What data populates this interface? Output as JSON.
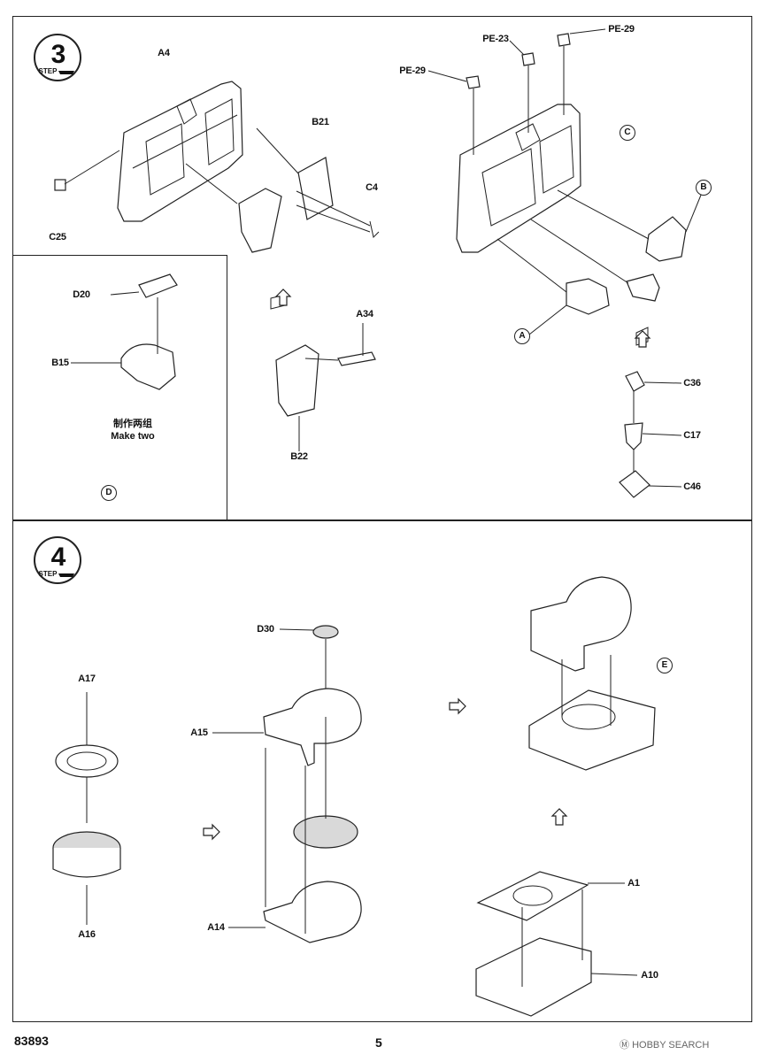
{
  "step3": {
    "badge_number": "3",
    "badge_word": "STEP",
    "labels": {
      "a4": "A4",
      "c25": "C25",
      "b21": "B21",
      "c4": "C4",
      "pe23": "PE-23",
      "pe29_top": "PE-29",
      "pe29_left": "PE-29",
      "d20": "D20",
      "b15": "B15",
      "a34": "A34",
      "b22": "B22",
      "c36": "C36",
      "c17": "C17",
      "c46": "C46"
    },
    "circles": {
      "c": "C",
      "b": "B",
      "a": "A",
      "d": "D"
    },
    "note_cn": "制作两组",
    "note_en": "Make two"
  },
  "step4": {
    "badge_number": "4",
    "badge_word": "STEP",
    "labels": {
      "d30": "D30",
      "a17": "A17",
      "a15": "A15",
      "a16": "A16",
      "a14": "A14",
      "a1": "A1",
      "a10": "A10"
    },
    "circles": {
      "e": "E"
    }
  },
  "footer": {
    "code": "83893",
    "page": "5",
    "watermark": "HOBBY SEARCH"
  }
}
